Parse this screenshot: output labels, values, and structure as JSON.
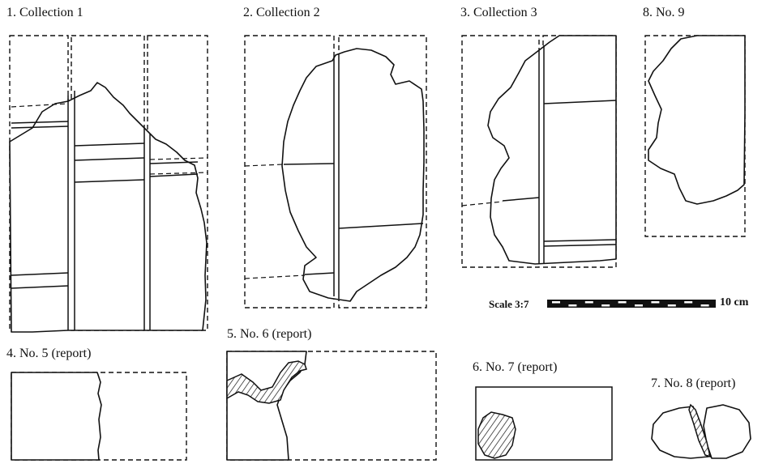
{
  "figures": [
    {
      "label": "1.  Collection 1"
    },
    {
      "label": "2.  Collection 2"
    },
    {
      "label": "3.  Collection 3"
    },
    {
      "label": "8.  No. 9"
    },
    {
      "label": "4.  No. 5 (report)"
    },
    {
      "label": "5.  No. 6 (report)"
    },
    {
      "label": "6.  No. 7 (report)"
    },
    {
      "label": "7.  No. 8 (report)"
    }
  ],
  "scale": {
    "label": "Scale 3:7",
    "unit": "10 cm"
  }
}
